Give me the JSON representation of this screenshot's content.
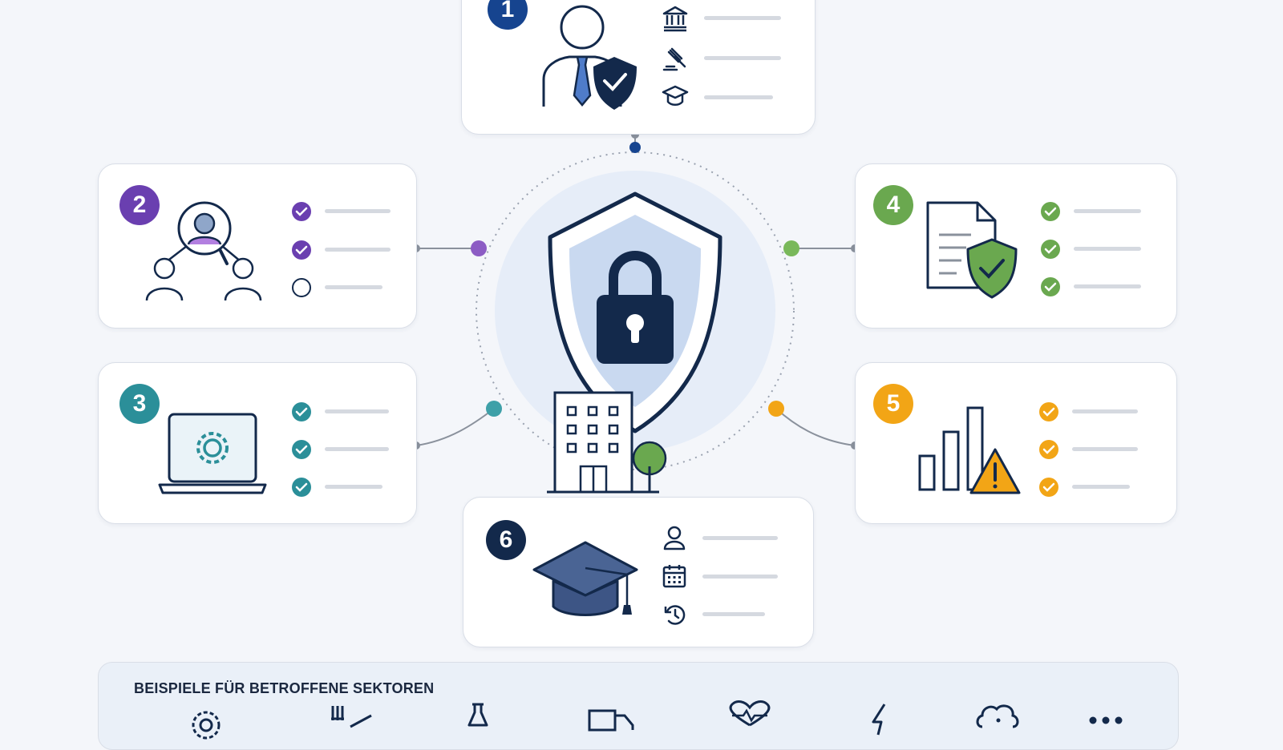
{
  "cards": [
    {
      "id": "1",
      "number": "1",
      "color": "#16448f",
      "icons": [
        "government-building-icon",
        "gavel-icon",
        "graduation-cap-icon"
      ]
    },
    {
      "id": "2",
      "number": "2",
      "color": "#6a3fb0",
      "checks": [
        "checked",
        "checked",
        "unchecked"
      ]
    },
    {
      "id": "3",
      "number": "3",
      "color": "#2b8f99",
      "checks": [
        "checked",
        "checked",
        "checked"
      ]
    },
    {
      "id": "4",
      "number": "4",
      "color": "#6aa84f",
      "checks": [
        "checked",
        "checked",
        "checked"
      ]
    },
    {
      "id": "5",
      "number": "5",
      "color": "#f2a516",
      "checks": [
        "checked",
        "checked",
        "checked"
      ]
    },
    {
      "id": "6",
      "number": "6",
      "color": "#13294b",
      "icons": [
        "person-icon",
        "calendar-icon",
        "history-icon"
      ]
    }
  ],
  "center": {
    "icon": "shield-lock-icon",
    "building_icon": "office-building-icon",
    "tree_icon": "tree-icon"
  },
  "sectors": {
    "title": "BEISPIELE FÜR BETROFFENE SEKTOREN",
    "icons": [
      "gear-icon",
      "food-icon",
      "flask-icon",
      "truck-icon",
      "heart-pulse-icon",
      "lightning-icon",
      "cloud-icon",
      "more-dots-icon"
    ]
  },
  "colors": {
    "navy": "#13294b",
    "purple": "#6a3fb0",
    "teal": "#2b8f99",
    "green": "#6aa84f",
    "orange": "#f2a516",
    "line": "#d5d9e0"
  }
}
